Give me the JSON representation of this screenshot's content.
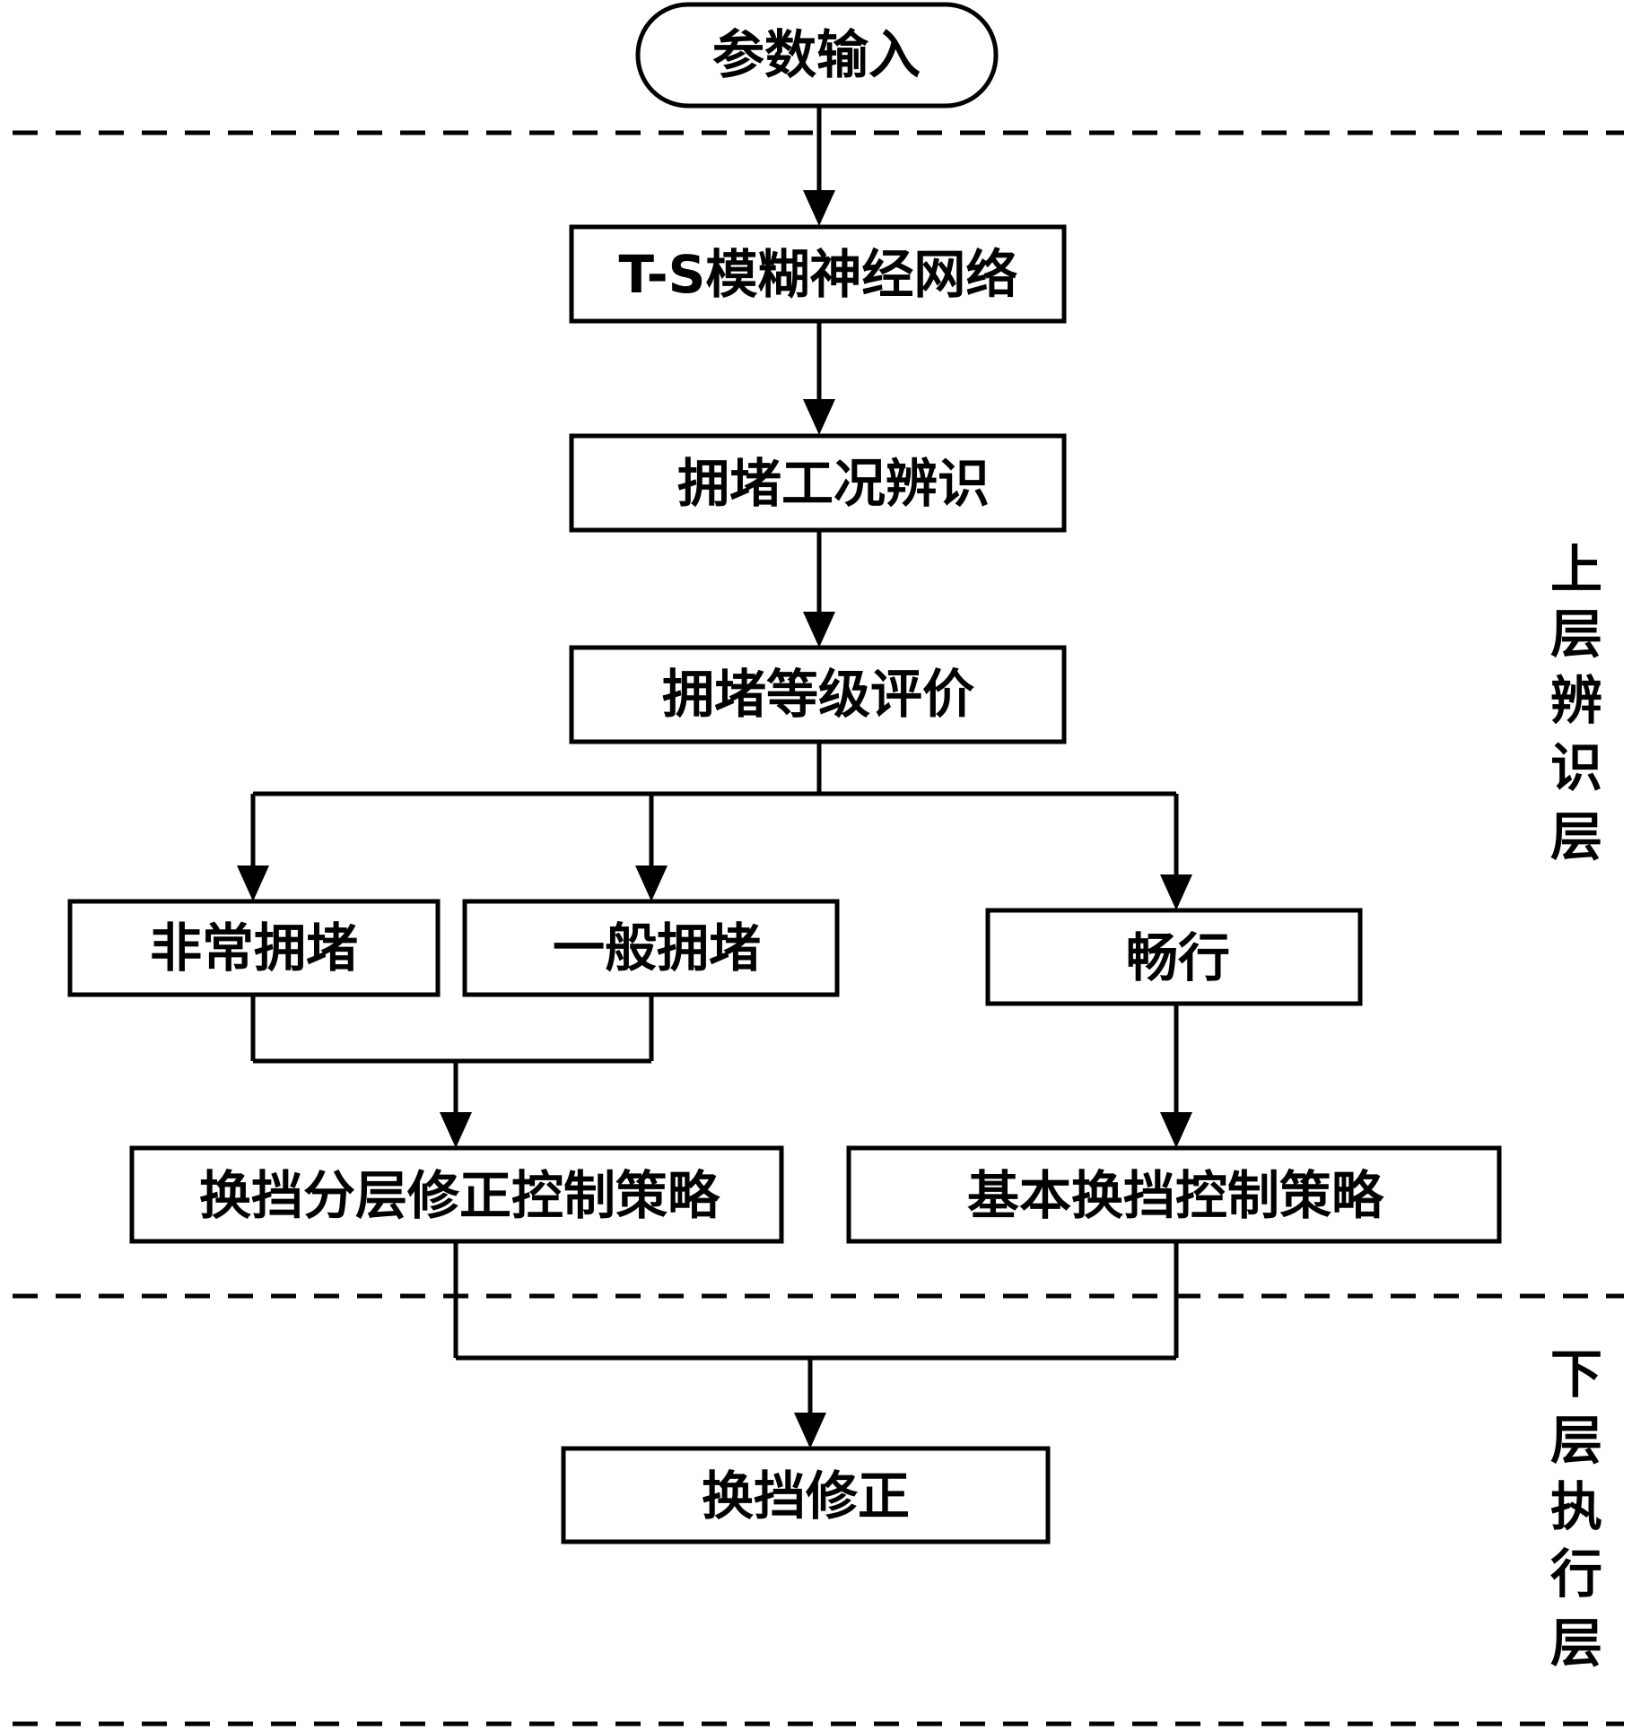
{
  "nodes": {
    "input": "参数输入",
    "ts_network": "T-S模糊神经网络",
    "condition_identify": "拥堵工况辨识",
    "level_evaluate": "拥堵等级评价",
    "severe": "非常拥堵",
    "moderate": "一般拥堵",
    "smooth": "畅行",
    "layered_strategy": "换挡分层修正控制策略",
    "basic_strategy": "基本换挡控制策略",
    "shift_correction": "换挡修正"
  },
  "layers": {
    "upper": [
      "上",
      "层",
      "辨",
      "识",
      "层"
    ],
    "lower": [
      "下",
      "层",
      "执",
      "行",
      "层"
    ]
  }
}
